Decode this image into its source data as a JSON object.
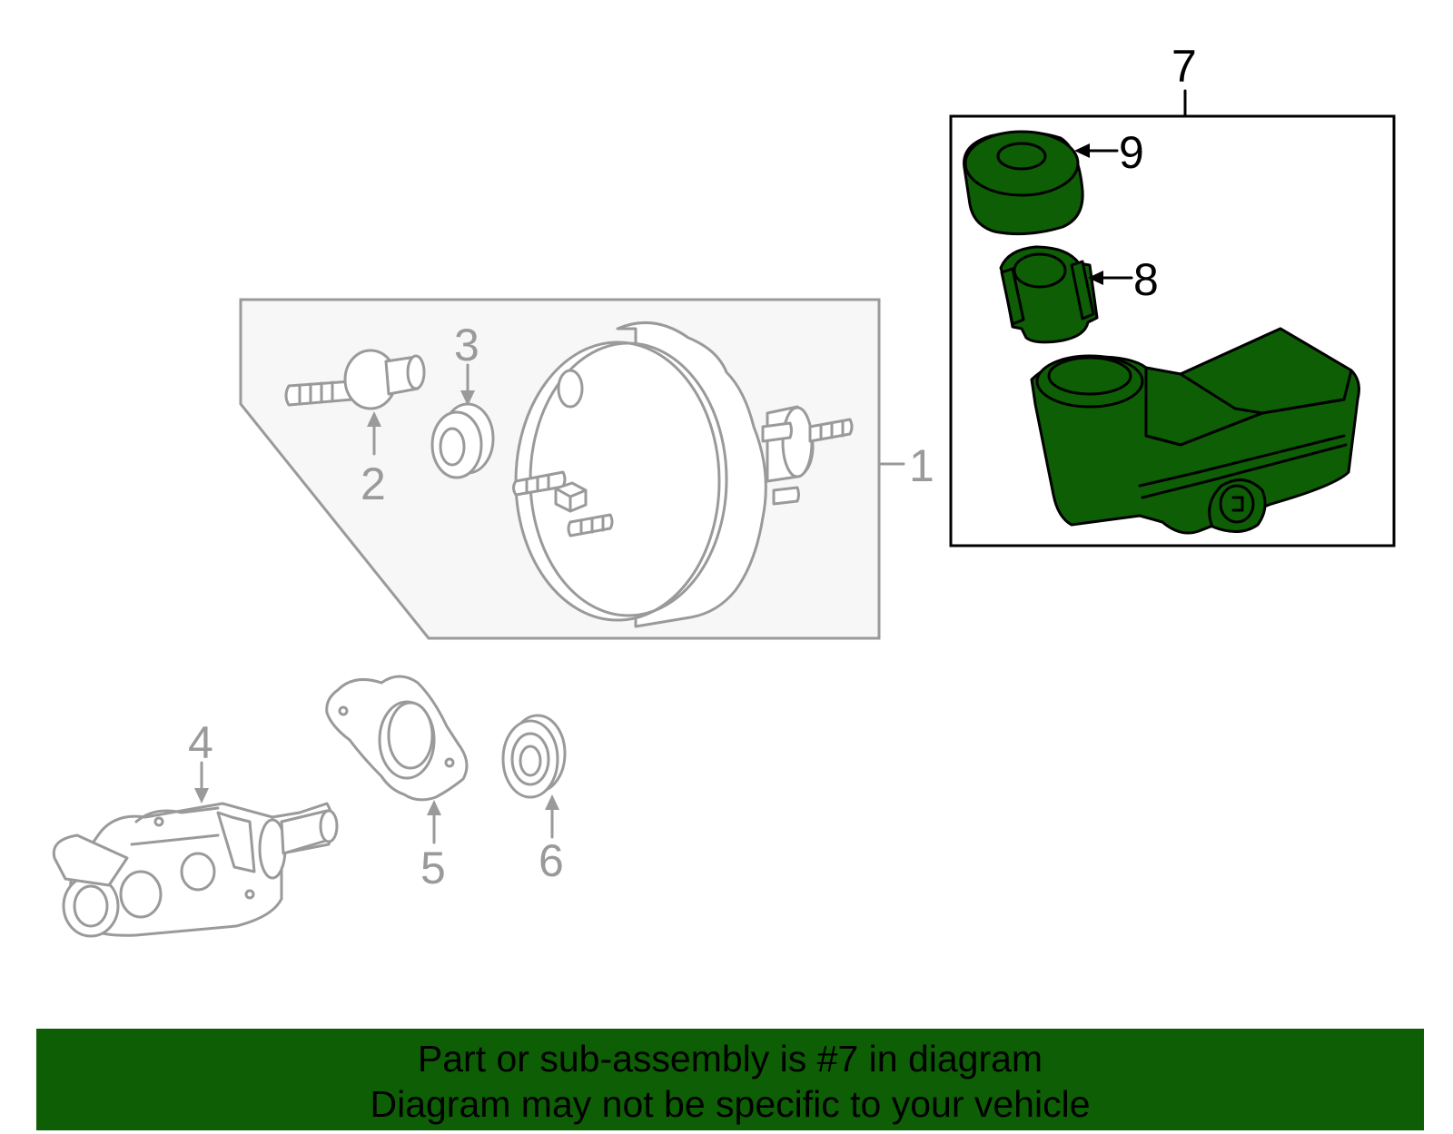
{
  "callouts": {
    "c1": "1",
    "c2": "2",
    "c3": "3",
    "c4": "4",
    "c5": "5",
    "c6": "6",
    "c7": "7",
    "c8": "8",
    "c9": "9"
  },
  "banner": {
    "line1": "Part or sub-assembly is #7 in diagram",
    "line2": "Diagram may not be specific to your vehicle"
  },
  "colors": {
    "highlight_green": "#0e5e06",
    "part_grey": "#9a9a9a",
    "panel_fill": "#f7f7f7"
  }
}
